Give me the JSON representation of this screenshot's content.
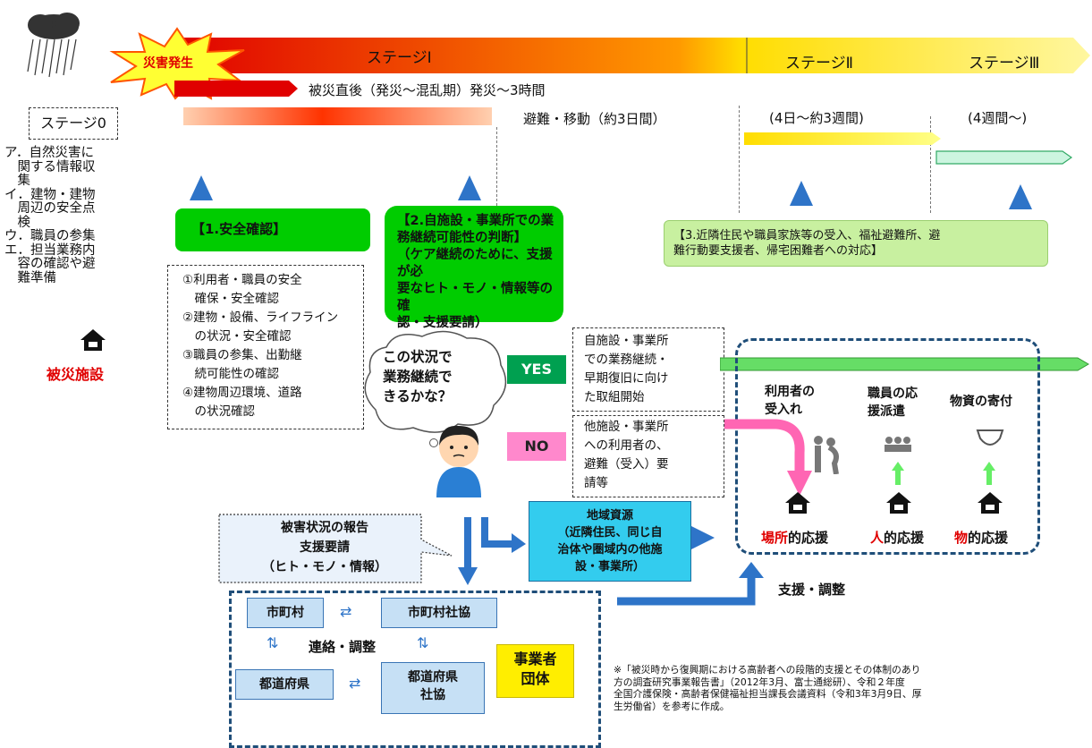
{
  "disaster_label": "災害発生",
  "stages": {
    "stage1": "ステージⅠ",
    "stage2": "ステージⅡ",
    "stage3": "ステージⅢ",
    "stage0": "ステージ0"
  },
  "timeline": {
    "immediate": "被災直後（発災～混乱期）発災～3時間",
    "evacuation": "避難・移動（約3日間）",
    "period2": "(4日～約3週間)",
    "period3": "(4週間～)"
  },
  "stage0_list": "ア．自然災害に\n　関する情報収\n　集\nイ．建物・建物\n　周辺の安全点\n　検\nウ．職員の参集\nエ．担当業務内\n　容の確認や避\n　難準備",
  "affected_facility": "被災施設",
  "step1": {
    "title": "【1.安全確認】",
    "list": "①利用者・職員の安全\n　確保・安全確認\n②建物・設備、ライフライン\n　の状況・安全確認\n③職員の参集、出勤継\n　続可能性の確認\n④建物周辺環境、道路\n　の状況確認"
  },
  "step2": {
    "title": "【2.自施設・事業所での業\n務継続可能性の判断】\n（ケア継続のために、支援が必\n要なヒト・モノ・情報等の確\n認・支援要請）"
  },
  "step3": {
    "title": "【3.近隣住民や職員家族等の受入、福祉避難所、避\n難行動要支援者、帰宅困難者への対応】"
  },
  "thought": "この状況で\n業務継続で\nきるかな？",
  "yes_label": "YES",
  "no_label": "NO",
  "yes_text": "自施設・事業所\nでの業務継続・\n早期復旧に向け\nた取組開始",
  "no_text": "他施設・事業所\nへの利用者の、\n避難（受入）要\n請等",
  "support": {
    "user_accept": "利用者の\n受入れ",
    "staff_dispatch": "職員の応\n援派遣",
    "supplies": "物資の寄付",
    "place_prefix": "場所",
    "place_suffix": "的応援",
    "person_prefix": "人",
    "person_suffix": "的応援",
    "goods_prefix": "物",
    "goods_suffix": "的応援"
  },
  "report": "被害状況の報告\n支援要請\n（ヒト・モノ・情報）",
  "resources": "地域資源\n（近隣住民、同じ自\n治体や圏域内の他施\n設・事業所）",
  "coordination": "支援・調整",
  "bottom": {
    "municipality": "市町村",
    "municipality_council": "市町村社協",
    "liaison": "連絡・調整",
    "prefecture": "都道府県",
    "prefecture_council": "都道府県\n社協",
    "operator_group": "事業者\n団体"
  },
  "footnote": "※「被災時から復興期における高齢者への段階的支援とその体制のあり\n方の調査研究事業報告書」（2012年3月、富士通総研）、令和２年度\n全国介護保険・高齢者保健福祉担当課長会議資料（令和3年3月9日、厚\n生労働省）を参考に作成。",
  "colors": {
    "green": "#00cc00",
    "blue": "#2e74c8",
    "red": "#ff0000",
    "yellow": "#ffee00",
    "lightgreen": "#c8f0a0"
  }
}
